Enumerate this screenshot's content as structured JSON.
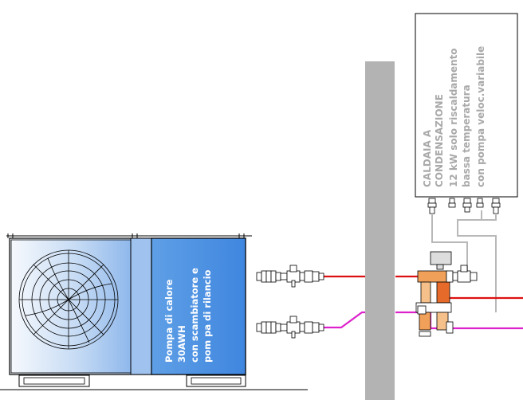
{
  "heat_pump": {
    "label_lines": [
      "Pompa di calore",
      "30AWH",
      "con scambiatore e",
      "pom pa di rilancio"
    ]
  },
  "boiler": {
    "label_lines": [
      "CALDAIA A",
      "CONDENSAZIONE",
      "12 kW solo riscaldamento",
      "bassa temperatura",
      "con pompa veloc.variabile"
    ]
  },
  "colors": {
    "flow_pipe": "#dd1111",
    "return_pipe": "#dd22cc",
    "connector_pipe": "#b8b8b8",
    "wall": "#b3b3b3",
    "heat_pump_panel": "#5d9fe8",
    "heat_pump_body": "#a9c9f2"
  }
}
